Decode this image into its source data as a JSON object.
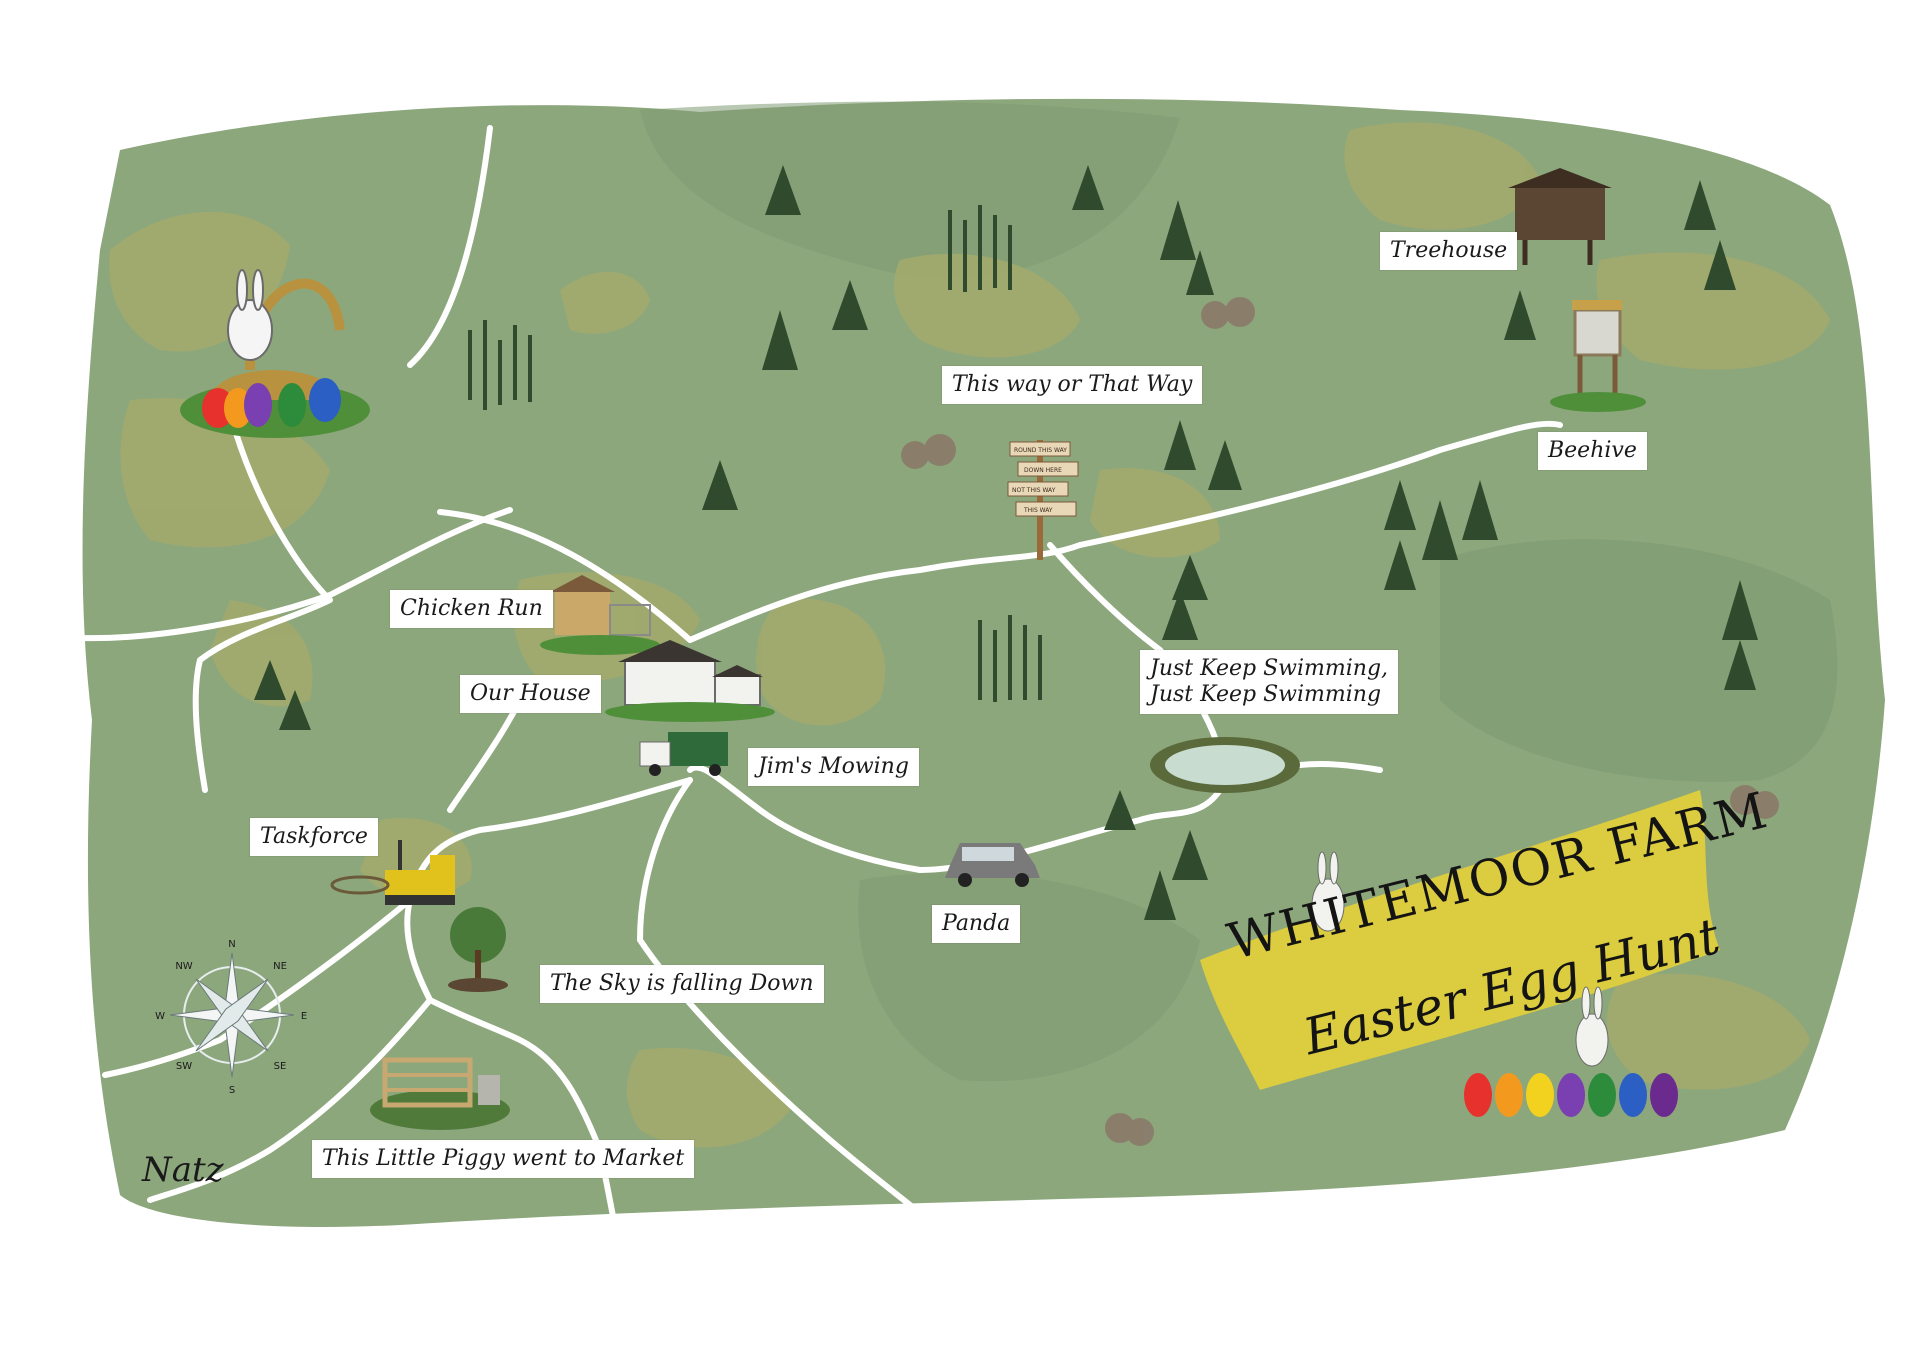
{
  "map": {
    "colors": {
      "background": "#ffffff",
      "base_green": "#8da77d",
      "dark_green": "#6f8d64",
      "olive_patch": "#a3aa6c",
      "road": "#ffffff",
      "banner_yellow": "#e3cf3a",
      "tree_dark": "#2f4a2c"
    },
    "title": {
      "line1": "WHITEMOOR FARM",
      "line2": "Easter Egg Hunt"
    },
    "signature": "Natz",
    "labels": [
      {
        "id": "treehouse",
        "text": "Treehouse"
      },
      {
        "id": "beehive",
        "text": "Beehive"
      },
      {
        "id": "this-way",
        "text": "This way or That Way"
      },
      {
        "id": "chicken-run",
        "text": "Chicken Run"
      },
      {
        "id": "our-house",
        "text": "Our House"
      },
      {
        "id": "jims-mowing",
        "text": "Jim's Mowing"
      },
      {
        "id": "taskforce",
        "text": "Taskforce"
      },
      {
        "id": "panda",
        "text": "Panda"
      },
      {
        "id": "sky-falling",
        "text": "The Sky is falling Down"
      },
      {
        "id": "piggy",
        "text": "This Little Piggy went to Market"
      }
    ],
    "swimming_label": {
      "line1": "Just Keep Swimming,",
      "line2": "Just Keep Swimming"
    },
    "signpost": [
      "ROUND THIS WAY",
      "DOWN HERE",
      "NOT THIS WAY",
      "THIS WAY"
    ],
    "compass": [
      "N",
      "NE",
      "E",
      "SE",
      "S",
      "SW",
      "W",
      "NW"
    ],
    "egg_colors": [
      "#e6312d",
      "#f39a1e",
      "#f3d21f",
      "#7a3fb0",
      "#2c8c3b",
      "#2b5fc4",
      "#6a2a8e"
    ]
  }
}
